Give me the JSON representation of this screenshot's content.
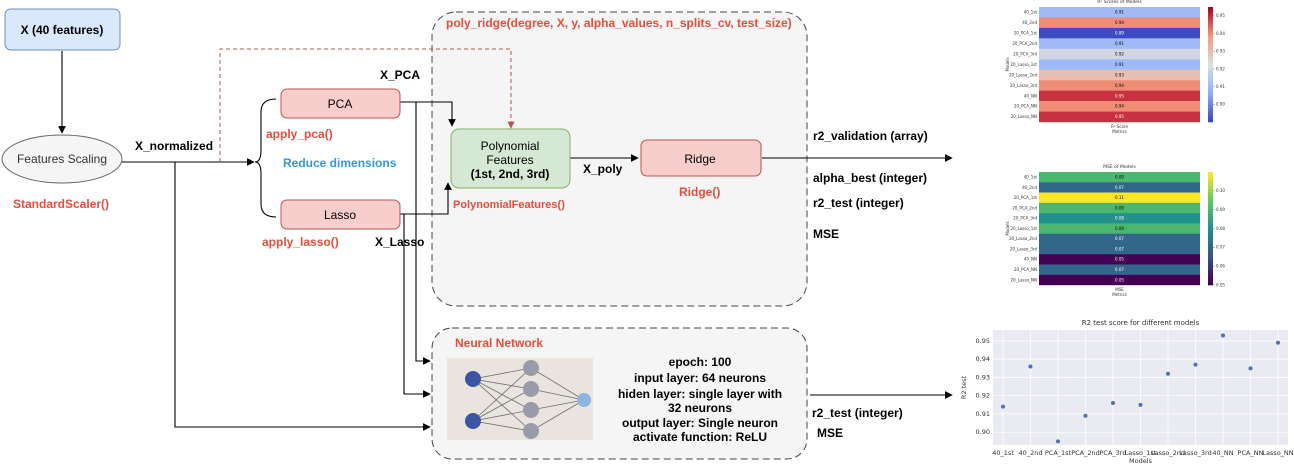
{
  "nodes": {
    "input": "X (40 features)",
    "scaling": "Features Scaling",
    "pca": "PCA",
    "lasso": "Lasso",
    "poly": [
      "Polynomial",
      "Features",
      "(1st, 2nd, 3rd)"
    ],
    "ridge": "Ridge"
  },
  "labels": {
    "standard_scaler": "StandardScaler()",
    "x_normalized": "X_normalized",
    "x_pca": "X_PCA",
    "apply_pca": "apply_pca()",
    "reduce_dimensions": "Reduce dimensions",
    "apply_lasso": "apply_lasso()",
    "x_lasso": "X_Lasso",
    "x_poly": "X_poly",
    "poly_func": "PolynomialFeatures()",
    "ridge_func": "Ridge()"
  },
  "poly_ridge": {
    "title": "poly_ridge(degree, X, y, alpha_values, n_splits_cv, test_size)",
    "outputs": [
      "r2_validation (array)",
      "alpha_best (integer)",
      "r2_test (integer)",
      "MSE"
    ]
  },
  "neural_network": {
    "title": "Neural Network",
    "description": [
      "epoch: 100",
      "input layer: 64 neurons",
      "hiden layer: single layer with",
      "32 neurons",
      "output layer: Single neuron",
      "activate function: ReLU"
    ],
    "outputs": [
      "r2_test (integer)",
      "MSE"
    ]
  },
  "colors": {
    "blue_box": "#dae8fc",
    "red_box": "#f8cecc",
    "green_box": "#d5e8d4",
    "red_text": "#e74c3c",
    "blue_text": "#3498db"
  },
  "chart_data": [
    {
      "type": "heatmap",
      "title": "R² Scores of Models",
      "xlabel": "Metrics",
      "ylabel": "Models",
      "column": "R² Score",
      "rows": [
        "40_1st",
        "40_2nd",
        "20_PCA_1st",
        "20_PCA_2nd",
        "20_PCA_3rd",
        "20_Lasso_1st",
        "20_Lasso_2nd",
        "20_Lasso_3rd",
        "40_NN",
        "20_PCA_NN",
        "20_Lasso_NN"
      ],
      "values": [
        0.91,
        0.94,
        0.89,
        0.91,
        0.92,
        0.91,
        0.93,
        0.94,
        0.95,
        0.94,
        0.95
      ],
      "colorbar_ticks": [
        0.95,
        0.94,
        0.93,
        0.92,
        0.91,
        0.9
      ],
      "range": [
        0.89,
        0.955
      ]
    },
    {
      "type": "heatmap",
      "title": "MSE of Models",
      "xlabel": "Metrics",
      "ylabel": "Models",
      "column": "MSE",
      "rows": [
        "40_1st",
        "40_2nd",
        "20_PCA_1st",
        "20_PCA_2nd",
        "20_PCA_3rd",
        "20_Lasso_1st",
        "20_Lasso_2nd",
        "20_Lasso_3rd",
        "40_NN",
        "20_PCA_NN",
        "20_Lasso_NN"
      ],
      "values": [
        0.09,
        0.07,
        0.11,
        0.09,
        0.08,
        0.09,
        0.07,
        0.07,
        0.05,
        0.07,
        0.05
      ],
      "colorbar_ticks": [
        0.1,
        0.09,
        0.08,
        0.07,
        0.06,
        0.05
      ],
      "range": [
        0.05,
        0.11
      ]
    },
    {
      "type": "scatter",
      "title": "R2 test score for different models",
      "xlabel": "Models",
      "ylabel": "R2 test",
      "categories": [
        "40_1st",
        "40_2nd",
        "PCA_1st",
        "PCA_2nd",
        "PCA_3rd",
        "Lasso_1st",
        "Lasso_2nd",
        "Lasso_3rd",
        "40_NN",
        "PCA_NN",
        "Lasso_NN"
      ],
      "values": [
        0.914,
        0.936,
        0.895,
        0.909,
        0.916,
        0.915,
        0.932,
        0.937,
        0.953,
        0.935,
        0.949
      ],
      "yticks": [
        0.9,
        0.91,
        0.92,
        0.93,
        0.94,
        0.95
      ],
      "ylim": [
        0.893,
        0.956
      ],
      "grid": true
    }
  ]
}
